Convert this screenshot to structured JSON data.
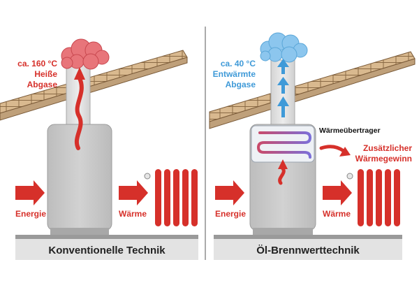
{
  "left_panel": {
    "caption": "Konventionelle Technik",
    "exhaust_temp": "ca. 160 °C",
    "exhaust_line1": "Heiße",
    "exhaust_line2": "Abgase",
    "input_label": "Energie",
    "output_label": "Wärme"
  },
  "right_panel": {
    "caption": "Öl-Brennwerttechnik",
    "exhaust_temp": "ca. 40 °C",
    "exhaust_line1": "Entwärmte",
    "exhaust_line2": "Abgase",
    "exchanger_label": "Wärmeübertrager",
    "gain_line1": "Zusätzlicher",
    "gain_line2": "Wärmegewinn",
    "input_label": "Energie",
    "output_label": "Wärme"
  },
  "colors": {
    "hot_red": "#d6302a",
    "cool_blue": "#3f9ad8",
    "cloud_red": "#e8757a",
    "cloud_blue": "#8cc6ee",
    "boiler_grey": "#c7c7c7",
    "roof_tan": "#d9b98f",
    "floor_grey": "#9a9a9a",
    "caption_bg": "#e3e3e3"
  }
}
